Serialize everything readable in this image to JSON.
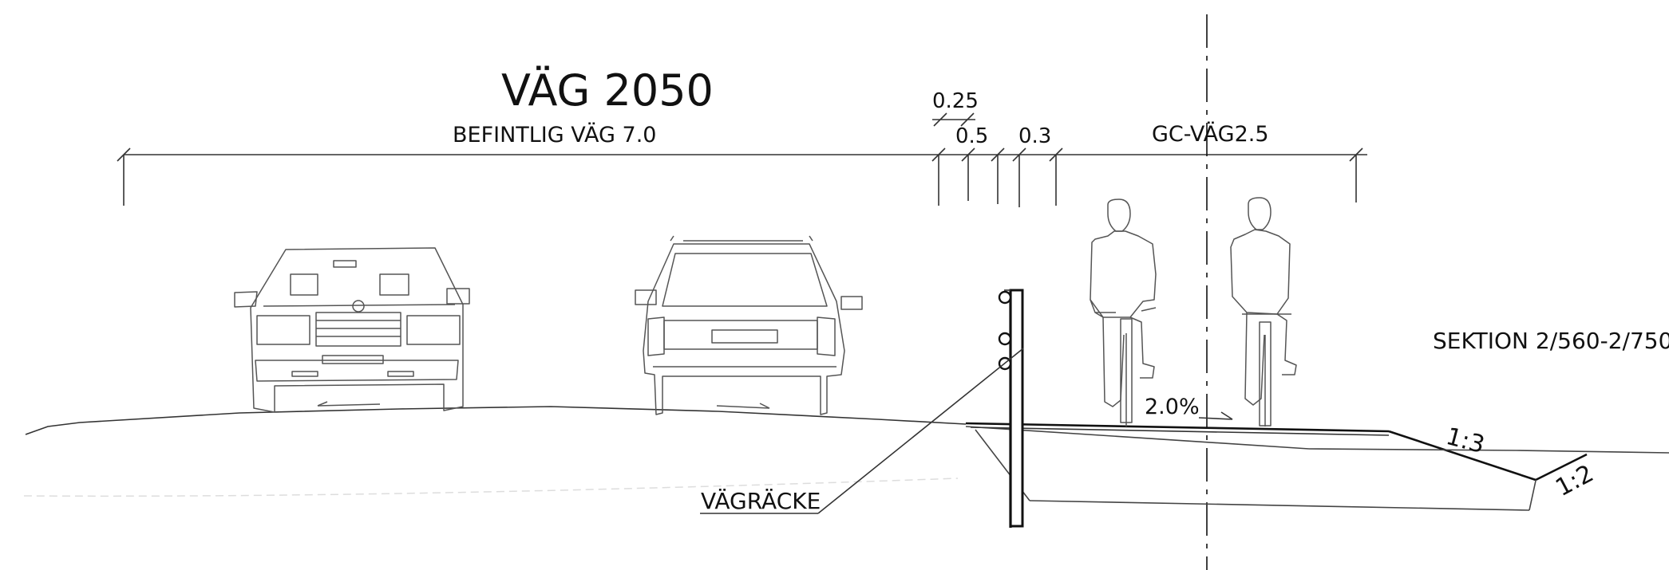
{
  "drawing": {
    "title": "VÄG 2050",
    "section_label": "SEKTION 2/560-2/750"
  },
  "dimensions": {
    "existing_road": "BEFINTLIG VÄG 7.0",
    "dim_025": "0.25",
    "dim_05": "0.5",
    "dim_03": "0.3",
    "gc_path": "GC-VÄG2.5"
  },
  "annotations": {
    "crossfall": "2.0%",
    "slope_inner": "1:3",
    "slope_outer": "1:2",
    "guardrail": "VÄGRÄCKE"
  }
}
